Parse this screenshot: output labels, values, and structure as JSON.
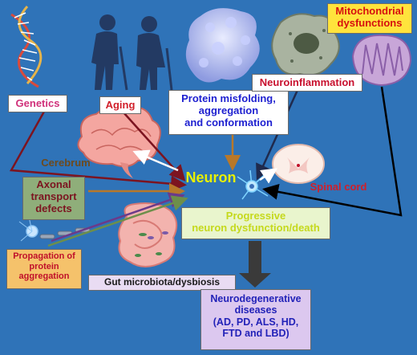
{
  "labels": {
    "genetics": "Genetics",
    "aging": "Aging",
    "protein_misfolding": [
      "Protein misfolding,",
      "aggregation",
      "and conformation"
    ],
    "mitochondrial": [
      "Mitochondrial",
      "dysfunctions"
    ],
    "neuroinflammation": "Neuroinflammation",
    "cerebrum": "Cerebrum",
    "neuron": "Neuron",
    "spinal_cord": "Spinal cord",
    "axonal_transport": [
      "Axonal",
      "transport",
      "defects"
    ],
    "progressive": [
      "Progressive",
      "neuron dysfunction/death"
    ],
    "propagation": [
      "Propagation of",
      "protein",
      "aggregation"
    ],
    "gut_microbiota": "Gut microbiota/dysbiosis",
    "neurodegenerative": [
      "Neurodegenerative",
      "diseases",
      "(AD, PD, ALS, HD,",
      "FTD and LBD)"
    ]
  },
  "colors": {
    "background": "#2f73b8",
    "genetics_text": "#d0307a",
    "aging_text": "#d11f2a",
    "protein_text": "#1d1fd0",
    "mito_box": "#ffe33c",
    "mito_text": "#d60f0f",
    "neuroinflam_text": "#c8102e",
    "neuron_text": "#e8f000",
    "axonal_box": "#8fae7a",
    "progressive_box": "#e9f5cd",
    "progressive_text": "#c5d91c",
    "propagation_box": "#f5c26b",
    "propagation_text": "#c0102a",
    "gut_box": "#e9dcf3",
    "disease_box": "#dcc8ef",
    "disease_text": "#2222b8",
    "arrow_dark_red": "#7c1420",
    "arrow_navy": "#1f2a4d",
    "arrow_brown": "#b8782a",
    "arrow_black": "#000000"
  },
  "icons": [
    "dna-helix-icon",
    "elderly-couple-icon",
    "protein-structure-icon",
    "microglia-cell-icon",
    "mitochondrion-icon",
    "brain-icon",
    "neuron-cell-icon",
    "spinal-cord-section-icon",
    "intestine-icon",
    "axon-icon"
  ]
}
